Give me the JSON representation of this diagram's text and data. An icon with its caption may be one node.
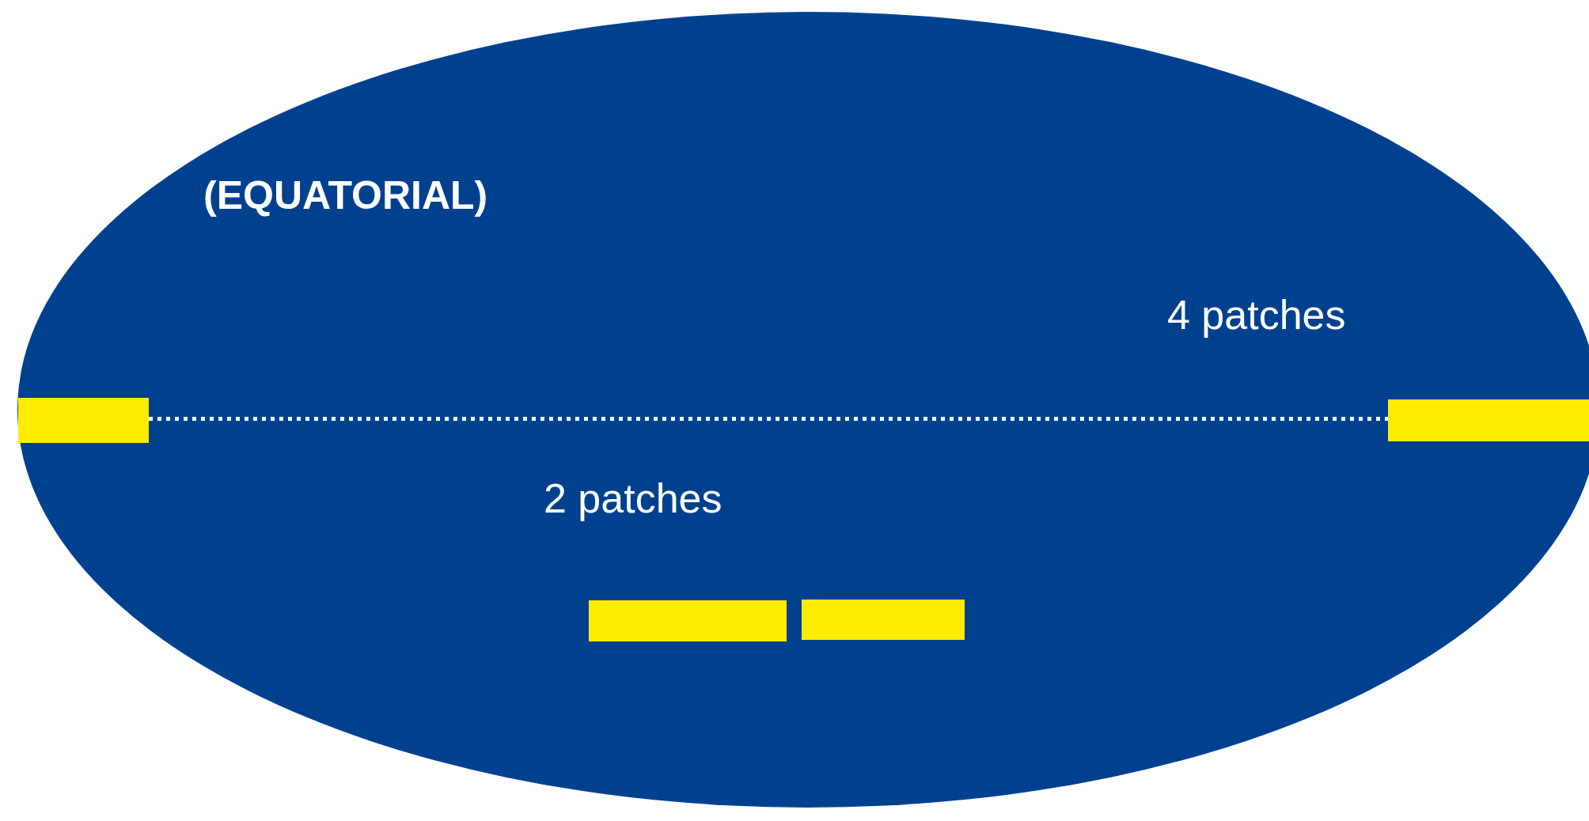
{
  "diagram": {
    "nodes": [
      {
        "text": [
          "(EQUATORIAL)",
          "4 patches",
          "2 patches"
        ]
      },
      {
        "text": [],
        "shape": "bar",
        "in": 0
      },
      {
        "text": [],
        "shape": "bar",
        "in": 0
      },
      {
        "text": [],
        "shape": "bar",
        "in": 0
      },
      {
        "text": [],
        "shape": "bar",
        "in": 0
      }
    ],
    "edges": [
      {
        "from": 1,
        "to": 4,
        "arrow": "none",
        "style": "dashed"
      }
    ]
  }
}
